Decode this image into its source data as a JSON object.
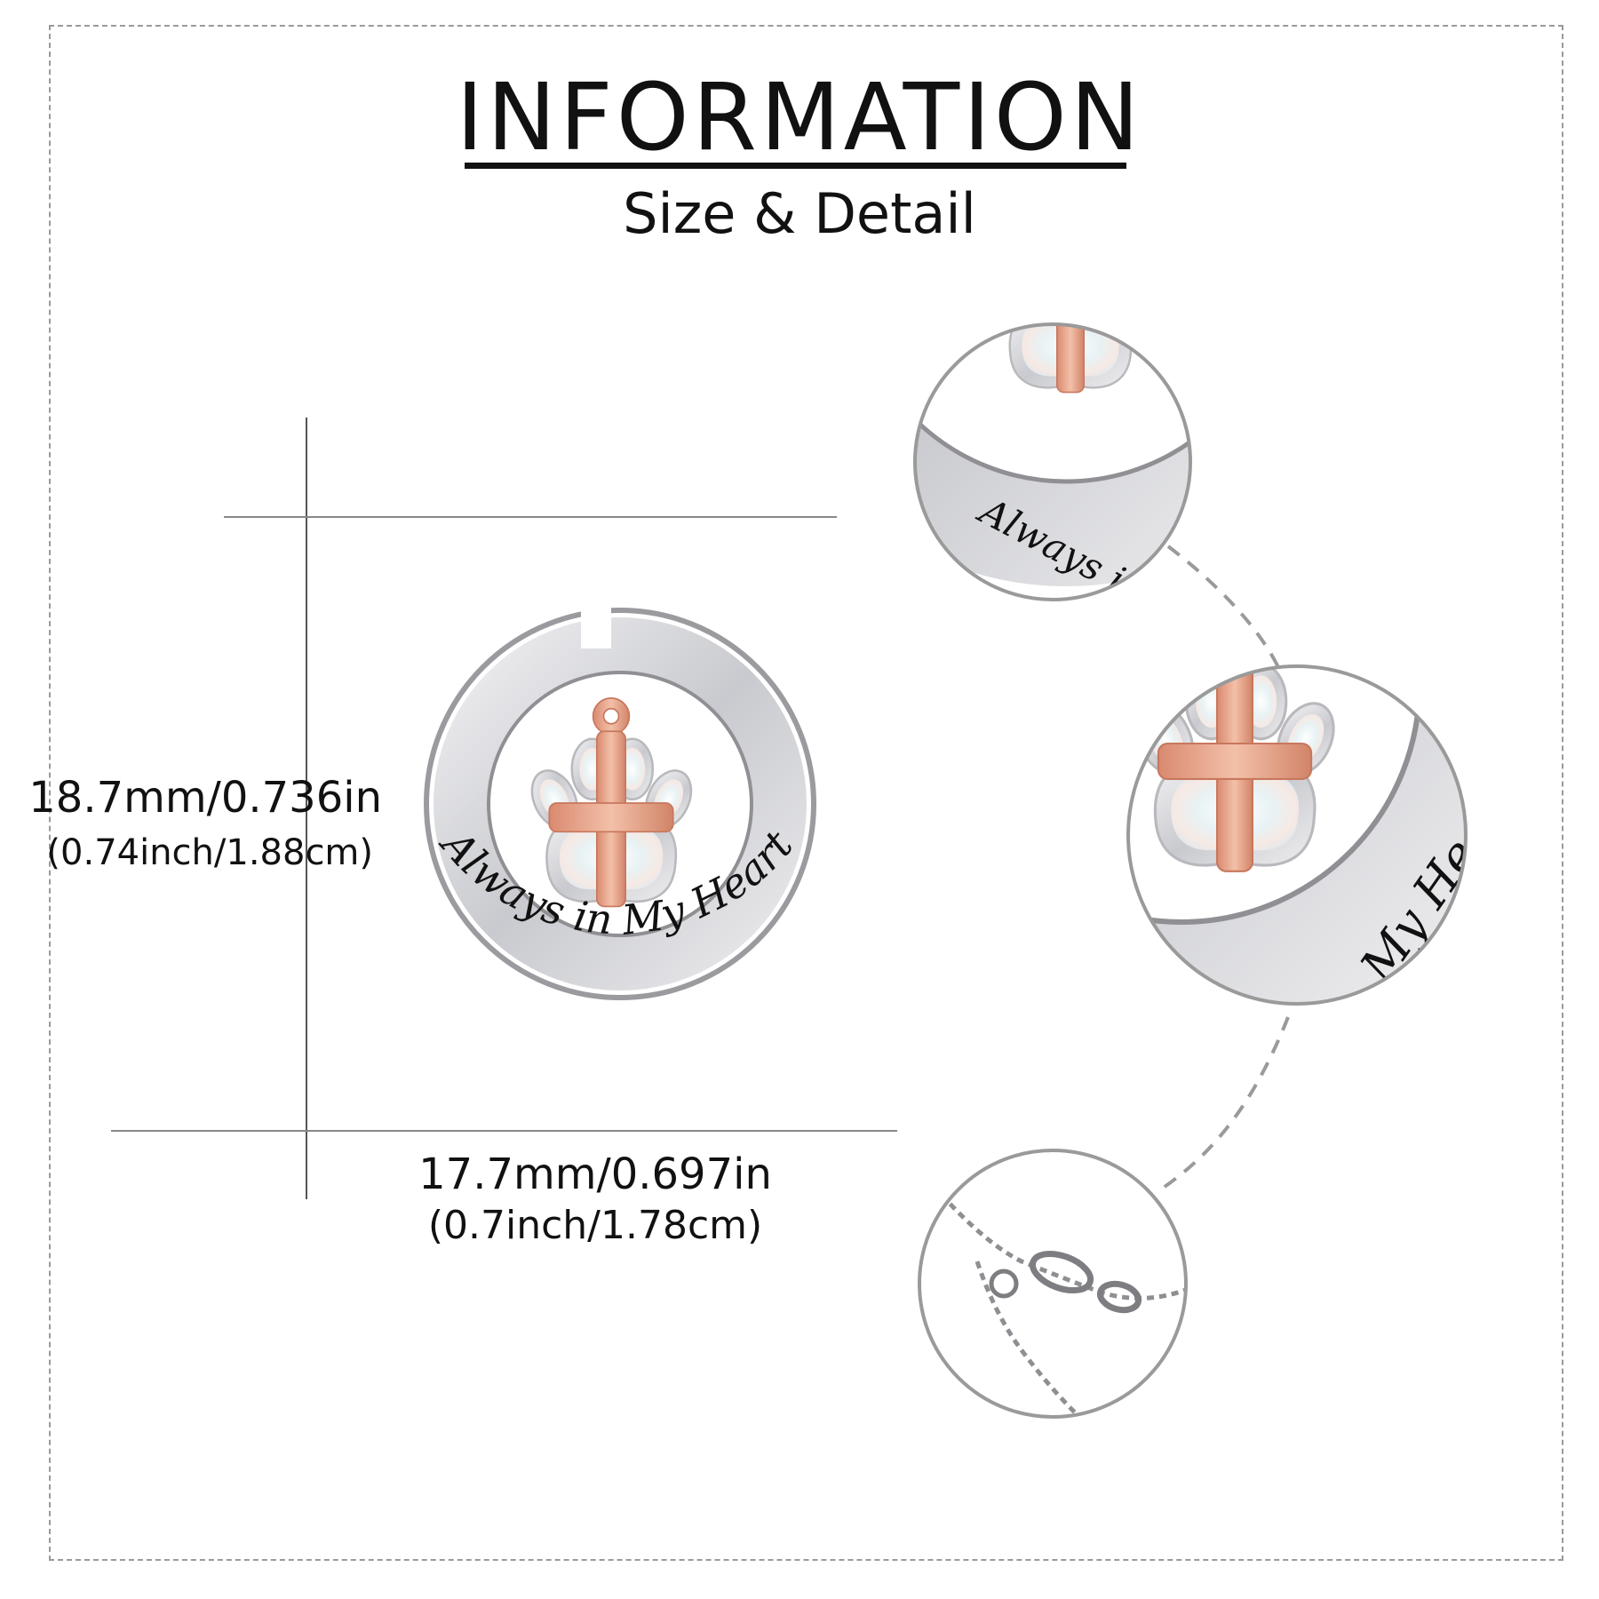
{
  "header": {
    "title": "INFORMATION",
    "subtitle": "Size & Detail"
  },
  "pendant": {
    "engraving": "Always in My Heart",
    "zoom_engraving_top": "Always in My",
    "zoom_engraving_bottom": "My Heart"
  },
  "dimensions": {
    "height_main": "18.7mm/0.736in",
    "height_sub": "(0.74inch/1.88cm)",
    "width_main": "17.7mm/0.697in",
    "width_sub": "(0.7inch/1.78cm)"
  },
  "colors": {
    "silver": "#d9d9dc",
    "rose_gold": "#e6a68e",
    "opal": "#eef3f7",
    "border": "#9a9a9a"
  }
}
